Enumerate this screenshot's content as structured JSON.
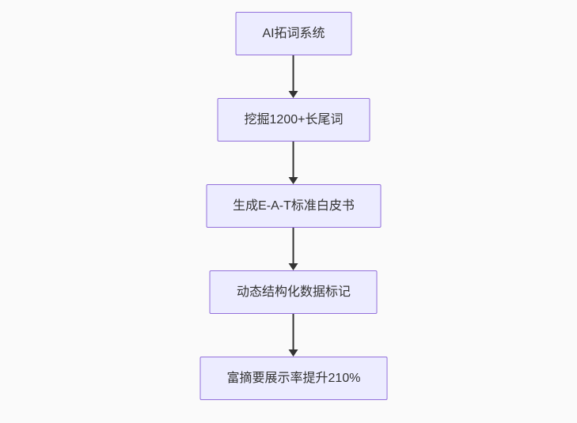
{
  "diagram": {
    "type": "flowchart",
    "direction": "top-down",
    "nodes": [
      {
        "id": "n1",
        "label": "AI拓词系统"
      },
      {
        "id": "n2",
        "label": "挖掘1200+长尾词"
      },
      {
        "id": "n3",
        "label": "生成E-A-T标准白皮书"
      },
      {
        "id": "n4",
        "label": "动态结构化数据标记"
      },
      {
        "id": "n5",
        "label": "富摘要展示率提升210%"
      }
    ],
    "edges": [
      {
        "from": "n1",
        "to": "n2",
        "style": "arrow-down"
      },
      {
        "from": "n2",
        "to": "n3",
        "style": "arrow-down"
      },
      {
        "from": "n3",
        "to": "n4",
        "style": "arrow-down"
      },
      {
        "from": "n4",
        "to": "n5",
        "style": "arrow-down"
      }
    ],
    "colors": {
      "node_fill": "#ECECFF",
      "node_border": "#9370DB",
      "arrow": "#333333",
      "text": "#333333",
      "background": "#fafafa"
    }
  }
}
